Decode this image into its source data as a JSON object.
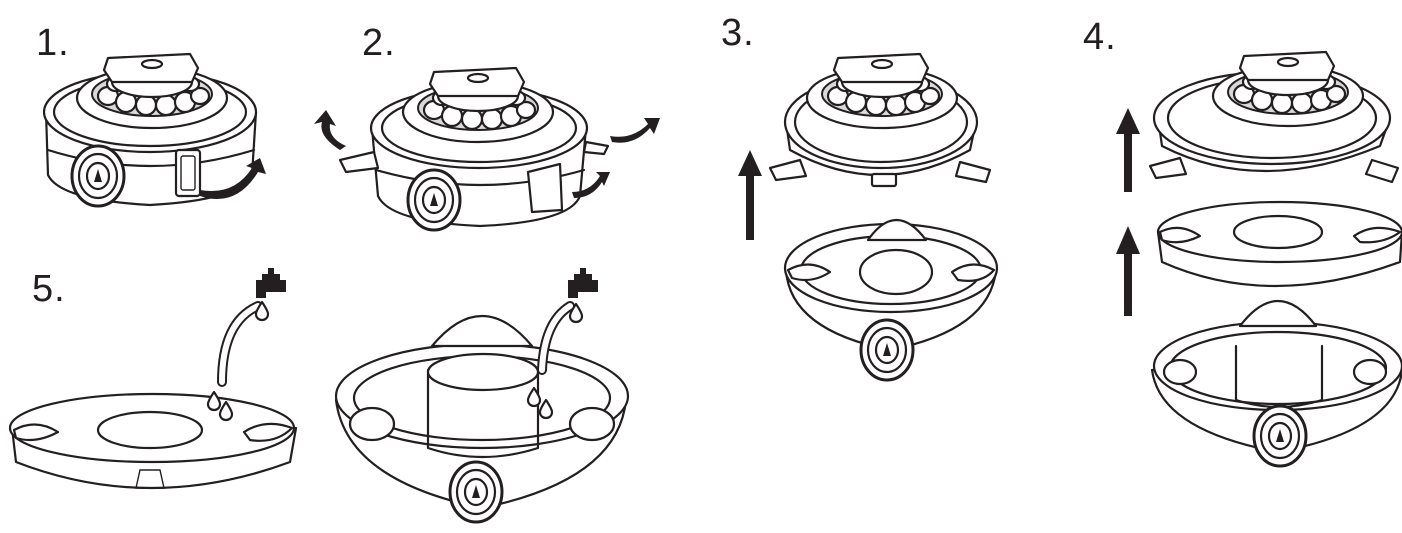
{
  "steps": [
    {
      "label": "1."
    },
    {
      "label": "2."
    },
    {
      "label": "3."
    },
    {
      "label": "4."
    },
    {
      "label": "5."
    }
  ],
  "colors": {
    "line": "#231f20",
    "fill": "#ffffff",
    "shade": "#d9d9d9"
  },
  "icons": [
    "robot-cleaner-icon",
    "curved-arrow-icon",
    "up-arrow-icon",
    "water-tap-icon",
    "water-drop-icon",
    "filter-tray-icon",
    "filter-basket-icon"
  ]
}
